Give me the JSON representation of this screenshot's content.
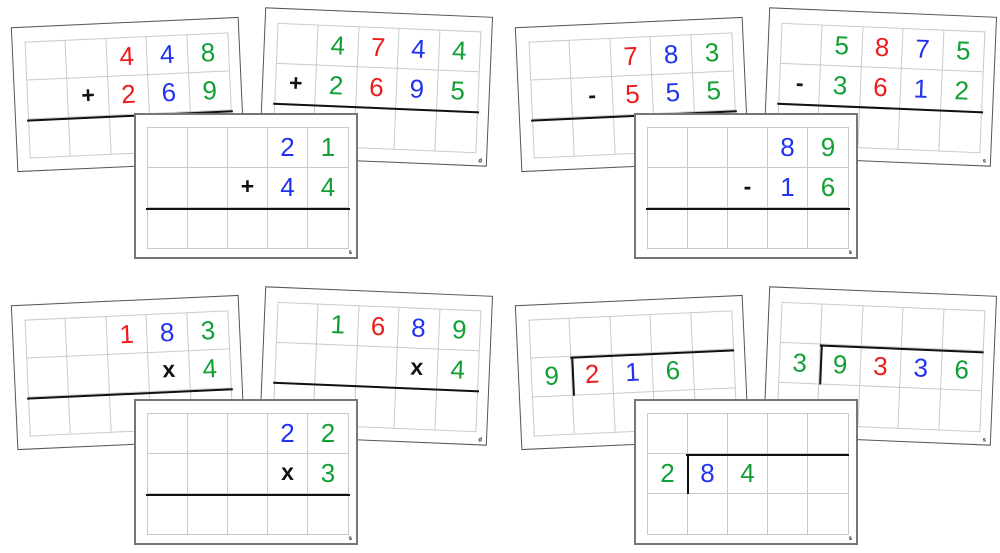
{
  "page": {
    "title": "Arithmetic worksheet cards",
    "background": "#ffffff",
    "colors": {
      "red": "#ee1c1c",
      "blue": "#2233ee",
      "green": "#12a034",
      "black": "#111111",
      "grid_line": "#c9c9c9",
      "card_border": "#555555"
    }
  },
  "groups": [
    {
      "id": "addition",
      "operation": "+",
      "cards": [
        {
          "id": "add-left",
          "corner_label": "",
          "rows": [
            [
              {
                "t": "",
                "c": ""
              },
              {
                "t": "",
                "c": ""
              },
              {
                "t": "4",
                "c": "red"
              },
              {
                "t": "4",
                "c": "blue"
              },
              {
                "t": "8",
                "c": "green"
              }
            ],
            [
              {
                "t": "",
                "c": ""
              },
              {
                "t": "+",
                "c": "black"
              },
              {
                "t": "2",
                "c": "red"
              },
              {
                "t": "6",
                "c": "blue"
              },
              {
                "t": "9",
                "c": "green"
              }
            ],
            [
              {
                "t": "",
                "c": ""
              },
              {
                "t": "",
                "c": ""
              },
              {
                "t": "",
                "c": ""
              },
              {
                "t": "",
                "c": ""
              },
              {
                "t": "",
                "c": ""
              }
            ]
          ]
        },
        {
          "id": "add-right",
          "corner_label": "d",
          "rows": [
            [
              {
                "t": "",
                "c": ""
              },
              {
                "t": "4",
                "c": "green"
              },
              {
                "t": "7",
                "c": "red"
              },
              {
                "t": "4",
                "c": "blue"
              },
              {
                "t": "4",
                "c": "green"
              }
            ],
            [
              {
                "t": "+",
                "c": "black"
              },
              {
                "t": "2",
                "c": "green"
              },
              {
                "t": "6",
                "c": "red"
              },
              {
                "t": "9",
                "c": "blue"
              },
              {
                "t": "5",
                "c": "green"
              }
            ],
            [
              {
                "t": "",
                "c": ""
              },
              {
                "t": "",
                "c": ""
              },
              {
                "t": "",
                "c": ""
              },
              {
                "t": "",
                "c": ""
              },
              {
                "t": "",
                "c": ""
              }
            ]
          ]
        },
        {
          "id": "add-front",
          "corner_label": "s",
          "rows": [
            [
              {
                "t": "",
                "c": ""
              },
              {
                "t": "",
                "c": ""
              },
              {
                "t": "",
                "c": ""
              },
              {
                "t": "2",
                "c": "blue"
              },
              {
                "t": "1",
                "c": "green"
              }
            ],
            [
              {
                "t": "",
                "c": ""
              },
              {
                "t": "",
                "c": ""
              },
              {
                "t": "+",
                "c": "black"
              },
              {
                "t": "4",
                "c": "blue"
              },
              {
                "t": "4",
                "c": "green"
              }
            ],
            [
              {
                "t": "",
                "c": ""
              },
              {
                "t": "",
                "c": ""
              },
              {
                "t": "",
                "c": ""
              },
              {
                "t": "",
                "c": ""
              },
              {
                "t": "",
                "c": ""
              }
            ]
          ]
        }
      ]
    },
    {
      "id": "subtraction",
      "operation": "-",
      "cards": [
        {
          "id": "sub-left",
          "corner_label": "",
          "rows": [
            [
              {
                "t": "",
                "c": ""
              },
              {
                "t": "",
                "c": ""
              },
              {
                "t": "7",
                "c": "red"
              },
              {
                "t": "8",
                "c": "blue"
              },
              {
                "t": "3",
                "c": "green"
              }
            ],
            [
              {
                "t": "",
                "c": ""
              },
              {
                "t": "-",
                "c": "black"
              },
              {
                "t": "5",
                "c": "red"
              },
              {
                "t": "5",
                "c": "blue"
              },
              {
                "t": "5",
                "c": "green"
              }
            ],
            [
              {
                "t": "",
                "c": ""
              },
              {
                "t": "",
                "c": ""
              },
              {
                "t": "",
                "c": ""
              },
              {
                "t": "",
                "c": ""
              },
              {
                "t": "",
                "c": ""
              }
            ]
          ]
        },
        {
          "id": "sub-right",
          "corner_label": "s",
          "rows": [
            [
              {
                "t": "",
                "c": ""
              },
              {
                "t": "5",
                "c": "green"
              },
              {
                "t": "8",
                "c": "red"
              },
              {
                "t": "7",
                "c": "blue"
              },
              {
                "t": "5",
                "c": "green"
              }
            ],
            [
              {
                "t": "-",
                "c": "black"
              },
              {
                "t": "3",
                "c": "green"
              },
              {
                "t": "6",
                "c": "red"
              },
              {
                "t": "1",
                "c": "blue"
              },
              {
                "t": "2",
                "c": "green"
              }
            ],
            [
              {
                "t": "",
                "c": ""
              },
              {
                "t": "",
                "c": ""
              },
              {
                "t": "",
                "c": ""
              },
              {
                "t": "",
                "c": ""
              },
              {
                "t": "",
                "c": ""
              }
            ]
          ]
        },
        {
          "id": "sub-front",
          "corner_label": "s",
          "rows": [
            [
              {
                "t": "",
                "c": ""
              },
              {
                "t": "",
                "c": ""
              },
              {
                "t": "",
                "c": ""
              },
              {
                "t": "8",
                "c": "blue"
              },
              {
                "t": "9",
                "c": "green"
              }
            ],
            [
              {
                "t": "",
                "c": ""
              },
              {
                "t": "",
                "c": ""
              },
              {
                "t": "-",
                "c": "black"
              },
              {
                "t": "1",
                "c": "blue"
              },
              {
                "t": "6",
                "c": "green"
              }
            ],
            [
              {
                "t": "",
                "c": ""
              },
              {
                "t": "",
                "c": ""
              },
              {
                "t": "",
                "c": ""
              },
              {
                "t": "",
                "c": ""
              },
              {
                "t": "",
                "c": ""
              }
            ]
          ]
        }
      ]
    },
    {
      "id": "multiplication",
      "operation": "x",
      "cards": [
        {
          "id": "mul-left",
          "corner_label": "",
          "rows": [
            [
              {
                "t": "",
                "c": ""
              },
              {
                "t": "",
                "c": ""
              },
              {
                "t": "1",
                "c": "red"
              },
              {
                "t": "8",
                "c": "blue"
              },
              {
                "t": "3",
                "c": "green"
              }
            ],
            [
              {
                "t": "",
                "c": ""
              },
              {
                "t": "",
                "c": ""
              },
              {
                "t": "",
                "c": ""
              },
              {
                "t": "x",
                "c": "black"
              },
              {
                "t": "4",
                "c": "green"
              }
            ],
            [
              {
                "t": "",
                "c": ""
              },
              {
                "t": "",
                "c": ""
              },
              {
                "t": "",
                "c": ""
              },
              {
                "t": "",
                "c": ""
              },
              {
                "t": "",
                "c": ""
              }
            ]
          ]
        },
        {
          "id": "mul-right",
          "corner_label": "d",
          "rows": [
            [
              {
                "t": "",
                "c": ""
              },
              {
                "t": "1",
                "c": "green"
              },
              {
                "t": "6",
                "c": "red"
              },
              {
                "t": "8",
                "c": "blue"
              },
              {
                "t": "9",
                "c": "green"
              }
            ],
            [
              {
                "t": "",
                "c": ""
              },
              {
                "t": "",
                "c": ""
              },
              {
                "t": "",
                "c": ""
              },
              {
                "t": "x",
                "c": "black"
              },
              {
                "t": "4",
                "c": "green"
              }
            ],
            [
              {
                "t": "",
                "c": ""
              },
              {
                "t": "",
                "c": ""
              },
              {
                "t": "",
                "c": ""
              },
              {
                "t": "",
                "c": ""
              },
              {
                "t": "",
                "c": ""
              }
            ]
          ]
        },
        {
          "id": "mul-front",
          "corner_label": "s",
          "rows": [
            [
              {
                "t": "",
                "c": ""
              },
              {
                "t": "",
                "c": ""
              },
              {
                "t": "",
                "c": ""
              },
              {
                "t": "2",
                "c": "blue"
              },
              {
                "t": "2",
                "c": "green"
              }
            ],
            [
              {
                "t": "",
                "c": ""
              },
              {
                "t": "",
                "c": ""
              },
              {
                "t": "",
                "c": ""
              },
              {
                "t": "x",
                "c": "black"
              },
              {
                "t": "3",
                "c": "green"
              }
            ],
            [
              {
                "t": "",
                "c": ""
              },
              {
                "t": "",
                "c": ""
              },
              {
                "t": "",
                "c": ""
              },
              {
                "t": "",
                "c": ""
              },
              {
                "t": "",
                "c": ""
              }
            ]
          ]
        }
      ]
    },
    {
      "id": "division",
      "operation": "long-division-bracket",
      "cards": [
        {
          "id": "div-left",
          "corner_label": "",
          "rows": [
            [
              {
                "t": "",
                "c": ""
              },
              {
                "t": "",
                "c": ""
              },
              {
                "t": "",
                "c": ""
              },
              {
                "t": "",
                "c": ""
              },
              {
                "t": "",
                "c": ""
              }
            ],
            [
              {
                "t": "9",
                "c": "green"
              },
              {
                "t": "2",
                "c": "red"
              },
              {
                "t": "1",
                "c": "blue"
              },
              {
                "t": "6",
                "c": "green"
              },
              {
                "t": "",
                "c": ""
              }
            ],
            [
              {
                "t": "",
                "c": ""
              },
              {
                "t": "",
                "c": ""
              },
              {
                "t": "",
                "c": ""
              },
              {
                "t": "",
                "c": ""
              },
              {
                "t": "",
                "c": ""
              }
            ]
          ]
        },
        {
          "id": "div-right",
          "corner_label": "s",
          "rows": [
            [
              {
                "t": "",
                "c": ""
              },
              {
                "t": "",
                "c": ""
              },
              {
                "t": "",
                "c": ""
              },
              {
                "t": "",
                "c": ""
              },
              {
                "t": "",
                "c": ""
              }
            ],
            [
              {
                "t": "3",
                "c": "green"
              },
              {
                "t": "9",
                "c": "green"
              },
              {
                "t": "3",
                "c": "red"
              },
              {
                "t": "3",
                "c": "blue"
              },
              {
                "t": "6",
                "c": "green"
              }
            ],
            [
              {
                "t": "",
                "c": ""
              },
              {
                "t": "",
                "c": ""
              },
              {
                "t": "",
                "c": ""
              },
              {
                "t": "",
                "c": ""
              },
              {
                "t": "",
                "c": ""
              }
            ]
          ]
        },
        {
          "id": "div-front",
          "corner_label": "s",
          "rows": [
            [
              {
                "t": "",
                "c": ""
              },
              {
                "t": "",
                "c": ""
              },
              {
                "t": "",
                "c": ""
              },
              {
                "t": "",
                "c": ""
              },
              {
                "t": "",
                "c": ""
              }
            ],
            [
              {
                "t": "2",
                "c": "green"
              },
              {
                "t": "8",
                "c": "blue"
              },
              {
                "t": "4",
                "c": "green"
              },
              {
                "t": "",
                "c": ""
              },
              {
                "t": "",
                "c": ""
              }
            ],
            [
              {
                "t": "",
                "c": ""
              },
              {
                "t": "",
                "c": ""
              },
              {
                "t": "",
                "c": ""
              },
              {
                "t": "",
                "c": ""
              },
              {
                "t": "",
                "c": ""
              }
            ]
          ]
        }
      ]
    }
  ]
}
